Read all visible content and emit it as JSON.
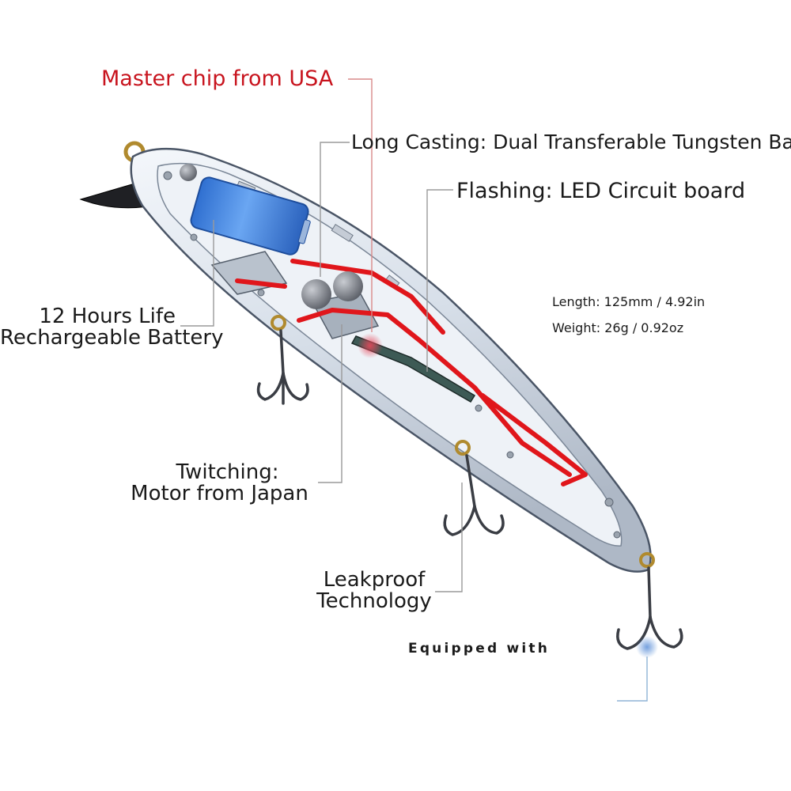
{
  "callouts": {
    "master_chip": "Master chip from USA",
    "long_casting": "Long Casting: Dual Transferable Tungsten Ball",
    "flashing": "Flashing: LED Circuit board",
    "battery_line1": "12 Hours Life",
    "battery_line2": "Rechargeable Battery",
    "twitching_line1": "Twitching:",
    "twitching_line2": "Motor from Japan",
    "leakproof_line1": "Leakproof",
    "leakproof_line2": "Technology",
    "equipped": "Equipped with"
  },
  "specs": {
    "length": "Length: 125mm / 4.92in",
    "weight": "Weight: 26g / 0.92oz"
  },
  "colors": {
    "callout_red": "#c8141e",
    "battery_blue": "#4f8fe6",
    "circuit_red": "#e0161b",
    "body_shell": "#dfe6f0"
  }
}
